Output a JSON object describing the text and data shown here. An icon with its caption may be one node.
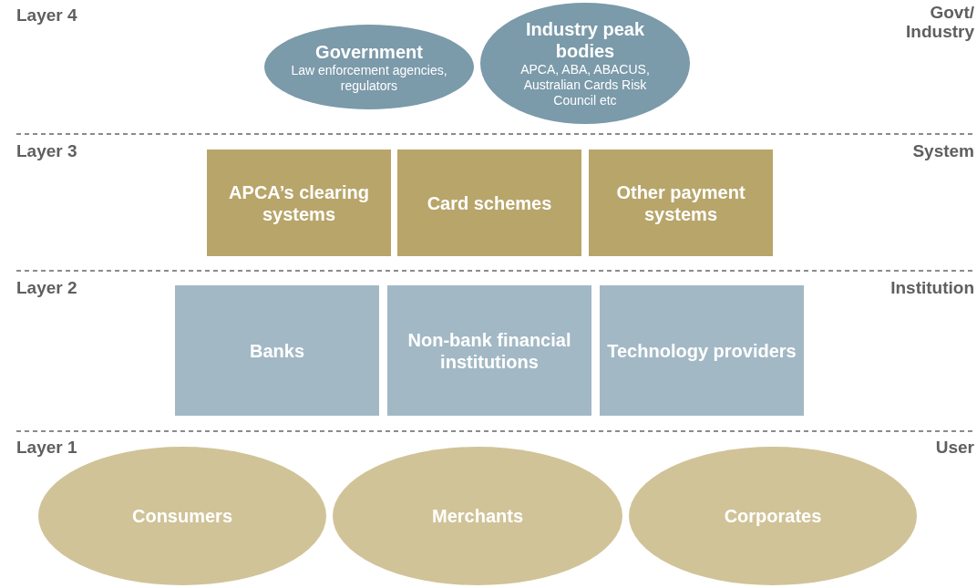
{
  "diagram": {
    "nodes": [
      {
        "text": [
          "Government",
          "Law enforcement agencies, regulators"
        ]
      },
      {
        "text": [
          "Industry peak bodies",
          "APCA, ABA, ABACUS, Australian Cards Risk Council etc"
        ]
      },
      {
        "text": [
          "APCA’s clearing systems"
        ]
      },
      {
        "text": [
          "Card schemes"
        ]
      },
      {
        "text": [
          "Other payment systems"
        ]
      },
      {
        "text": [
          "Banks"
        ]
      },
      {
        "text": [
          "Non-bank financial institutions"
        ]
      },
      {
        "text": [
          "Technology providers"
        ]
      },
      {
        "text": [
          "Consumers"
        ]
      },
      {
        "text": [
          "Merchants"
        ]
      },
      {
        "text": [
          "Corporates"
        ]
      }
    ],
    "edges": [],
    "labels": [
      "Layer 4",
      "Govt/ Industry",
      "Layer 3",
      "System",
      "Layer 2",
      "Institution",
      "Layer 1",
      "User"
    ]
  }
}
